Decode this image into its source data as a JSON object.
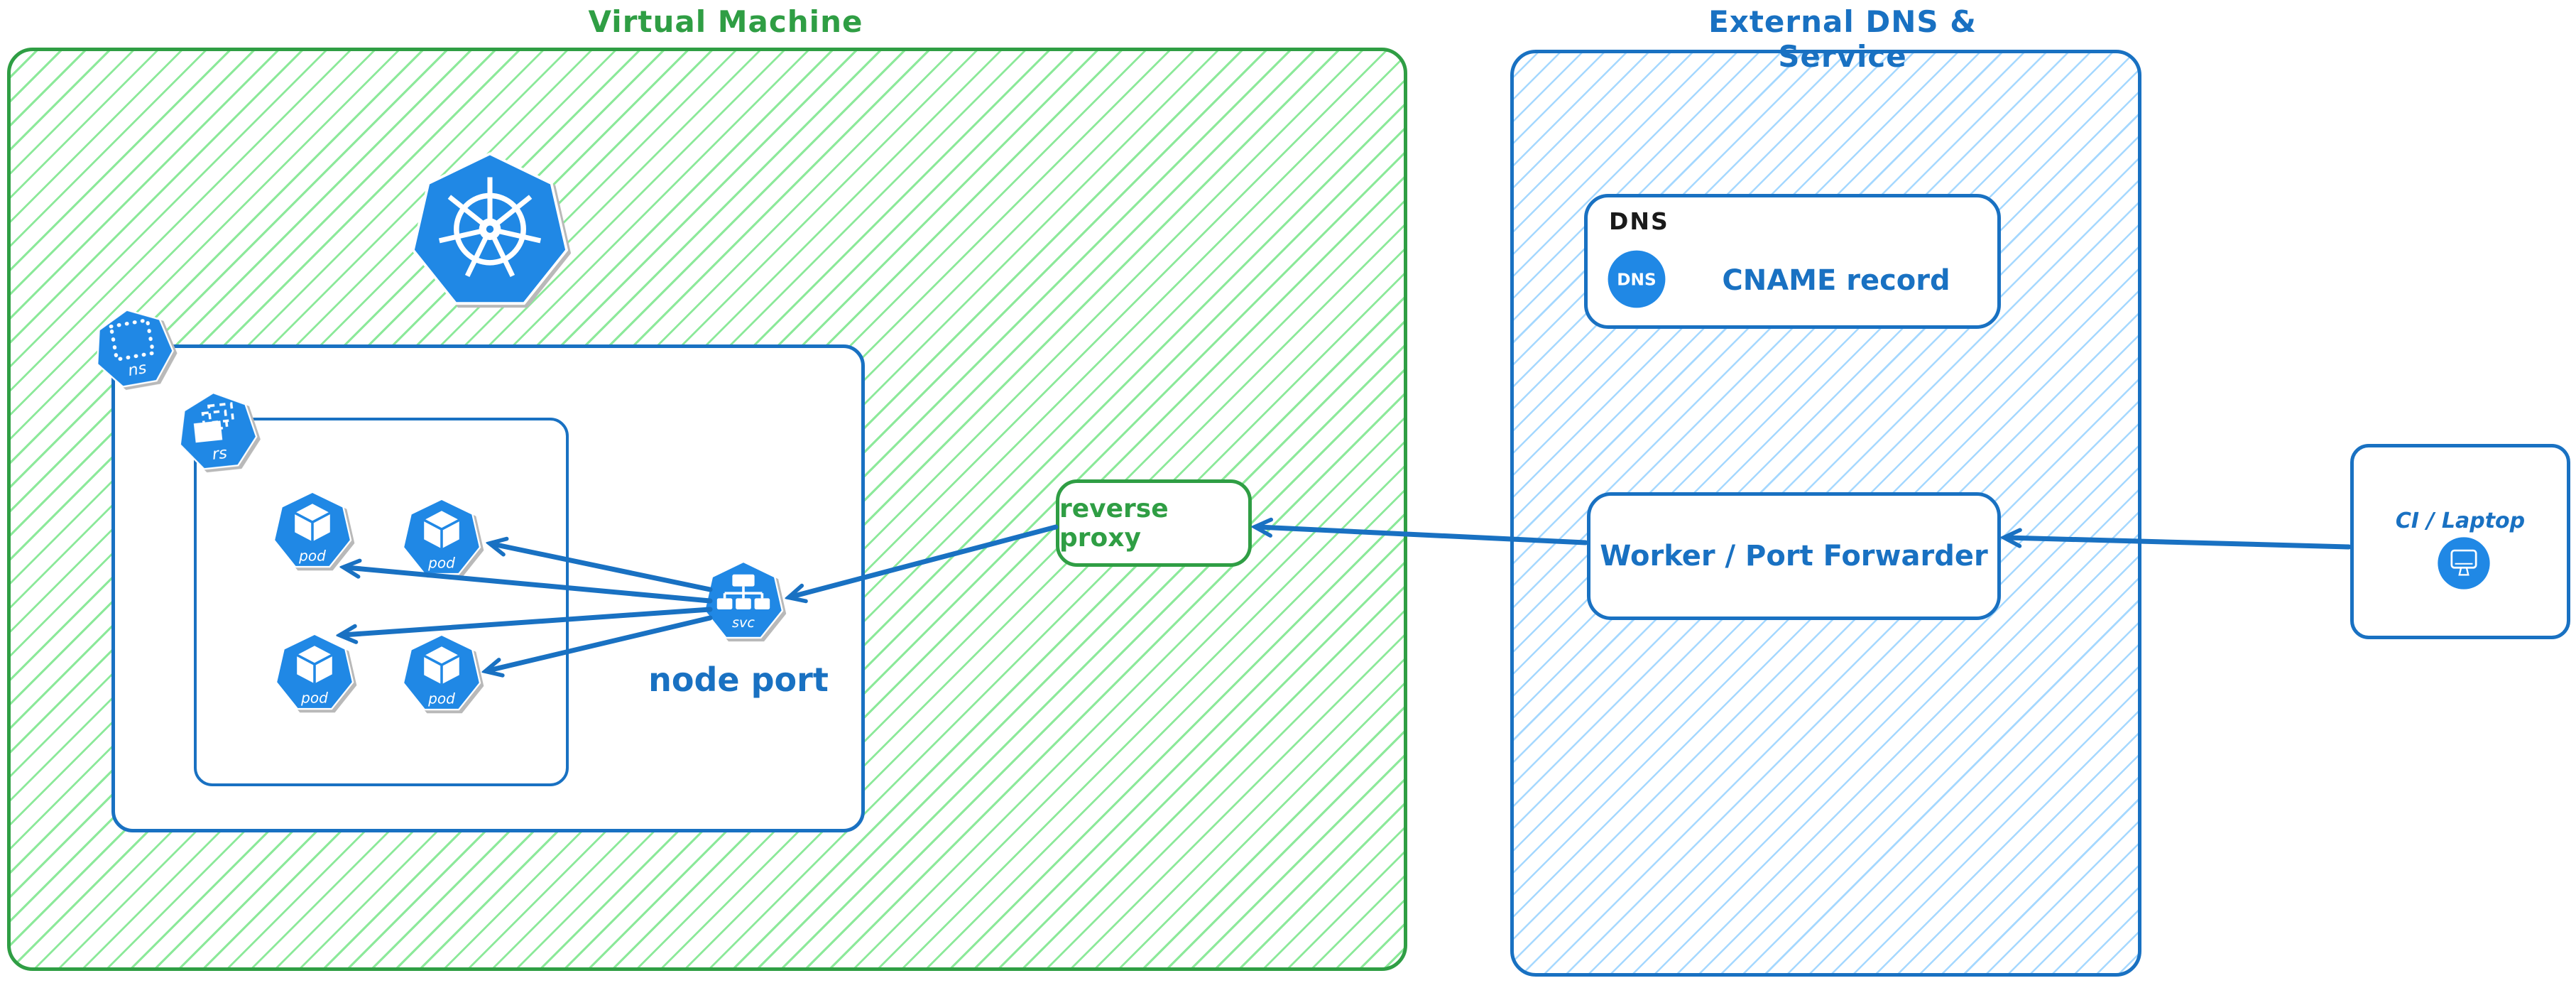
{
  "colors": {
    "green_border": "#2f9e44",
    "green_hatch": "#8ce99a",
    "blue_border": "#1971c2",
    "blue_hatch": "#a5d8ff",
    "icon_blue": "#2088e5",
    "arrow_blue": "#1971c2",
    "dns_tag_black": "#1a1a1a"
  },
  "vm_region": {
    "title": "Virtual Machine"
  },
  "external_region": {
    "title": "External DNS & Service"
  },
  "cluster": {
    "namespace_icon_label": "ns",
    "replicaset_icon_label": "rs",
    "pod_icon_label": "pod",
    "service_icon_label": "svc",
    "service_caption": "node port"
  },
  "reverse_proxy": {
    "label": "reverse proxy"
  },
  "dns_record": {
    "group_label": "DNS",
    "icon_label": "DNS",
    "label": "CNAME record"
  },
  "worker": {
    "label": "Worker / Port Forwarder"
  },
  "ci": {
    "label": "CI / Laptop"
  }
}
